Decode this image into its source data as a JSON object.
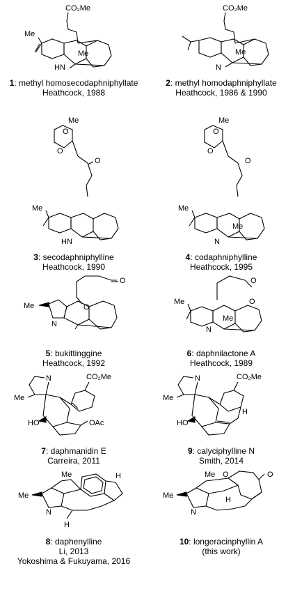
{
  "compounds": [
    {
      "num": "1",
      "sep": ": ",
      "name": "methyl homosecodaphniphyllate",
      "credit": "Heathcock, 1988",
      "credit2": "",
      "labels": {
        "top": "CO₂Me",
        "sub1": "Me",
        "nh": "HN",
        "me": "Me"
      }
    },
    {
      "num": "2",
      "sep": ": ",
      "name": "methyl homodaphniphyllate",
      "credit": "Heathcock, 1986 & 1990",
      "credit2": "",
      "labels": {
        "top": "CO₂Me",
        "me": "Me",
        "n": "N"
      }
    },
    {
      "num": "3",
      "sep": ": ",
      "name": "secodaphniphylline",
      "credit": "Heathcock, 1990",
      "credit2": "",
      "labels": {
        "me1": "Me",
        "o1": "O",
        "o2": "O",
        "co": "O",
        "me2": "Me",
        "nh": "HN"
      }
    },
    {
      "num": "4",
      "sep": ": ",
      "name": "codaphniphylline",
      "credit": "Heathcock, 1995",
      "credit2": "",
      "labels": {
        "me1": "Me",
        "o1": "O",
        "o2": "O",
        "co": "O",
        "me2": "Me",
        "me3": "Me",
        "n": "N"
      }
    },
    {
      "num": "5",
      "sep": ": ",
      "name": "bukittinggine",
      "credit": "Heathcock, 1992",
      "credit2": "",
      "labels": {
        "o1": "O",
        "o2": "O",
        "me": "Me",
        "n": "N"
      }
    },
    {
      "num": "6",
      "sep": ": ",
      "name": "daphnilactone A",
      "credit": "Heathcock, 1989",
      "credit2": "",
      "labels": {
        "o1": "O",
        "o2": "O",
        "me1": "Me",
        "me2": "Me",
        "n": "N"
      }
    },
    {
      "num": "7",
      "sep": ": ",
      "name": "daphmanidin E",
      "credit": "Carreira, 2011",
      "credit2": "",
      "labels": {
        "n": "N",
        "co2": "CO₂Me",
        "me": "Me",
        "ho": "HO",
        "oac": "OAc"
      }
    },
    {
      "num": "9",
      "sep": ": ",
      "name": "calyciphylline N",
      "credit": "Smith, 2014",
      "credit2": "",
      "labels": {
        "n": "N",
        "co2": "CO₂Me",
        "me": "Me",
        "ho": "HO",
        "h": "H"
      }
    },
    {
      "num": "8",
      "sep": ": ",
      "name": "daphenylline",
      "credit": "Li, 2013",
      "credit2": "Yokoshima & Fukuyama, 2016",
      "labels": {
        "me1": "Me",
        "me2": "Me",
        "h1": "H",
        "h2": "H",
        "n": "N"
      }
    },
    {
      "num": "10",
      "sep": ": ",
      "name": "longeracinphyllin A",
      "credit": "(this work)",
      "credit2": "",
      "labels": {
        "me1": "Me",
        "me2": "Me",
        "o1": "O",
        "o2": "O",
        "h": "H",
        "n": "N"
      }
    }
  ]
}
